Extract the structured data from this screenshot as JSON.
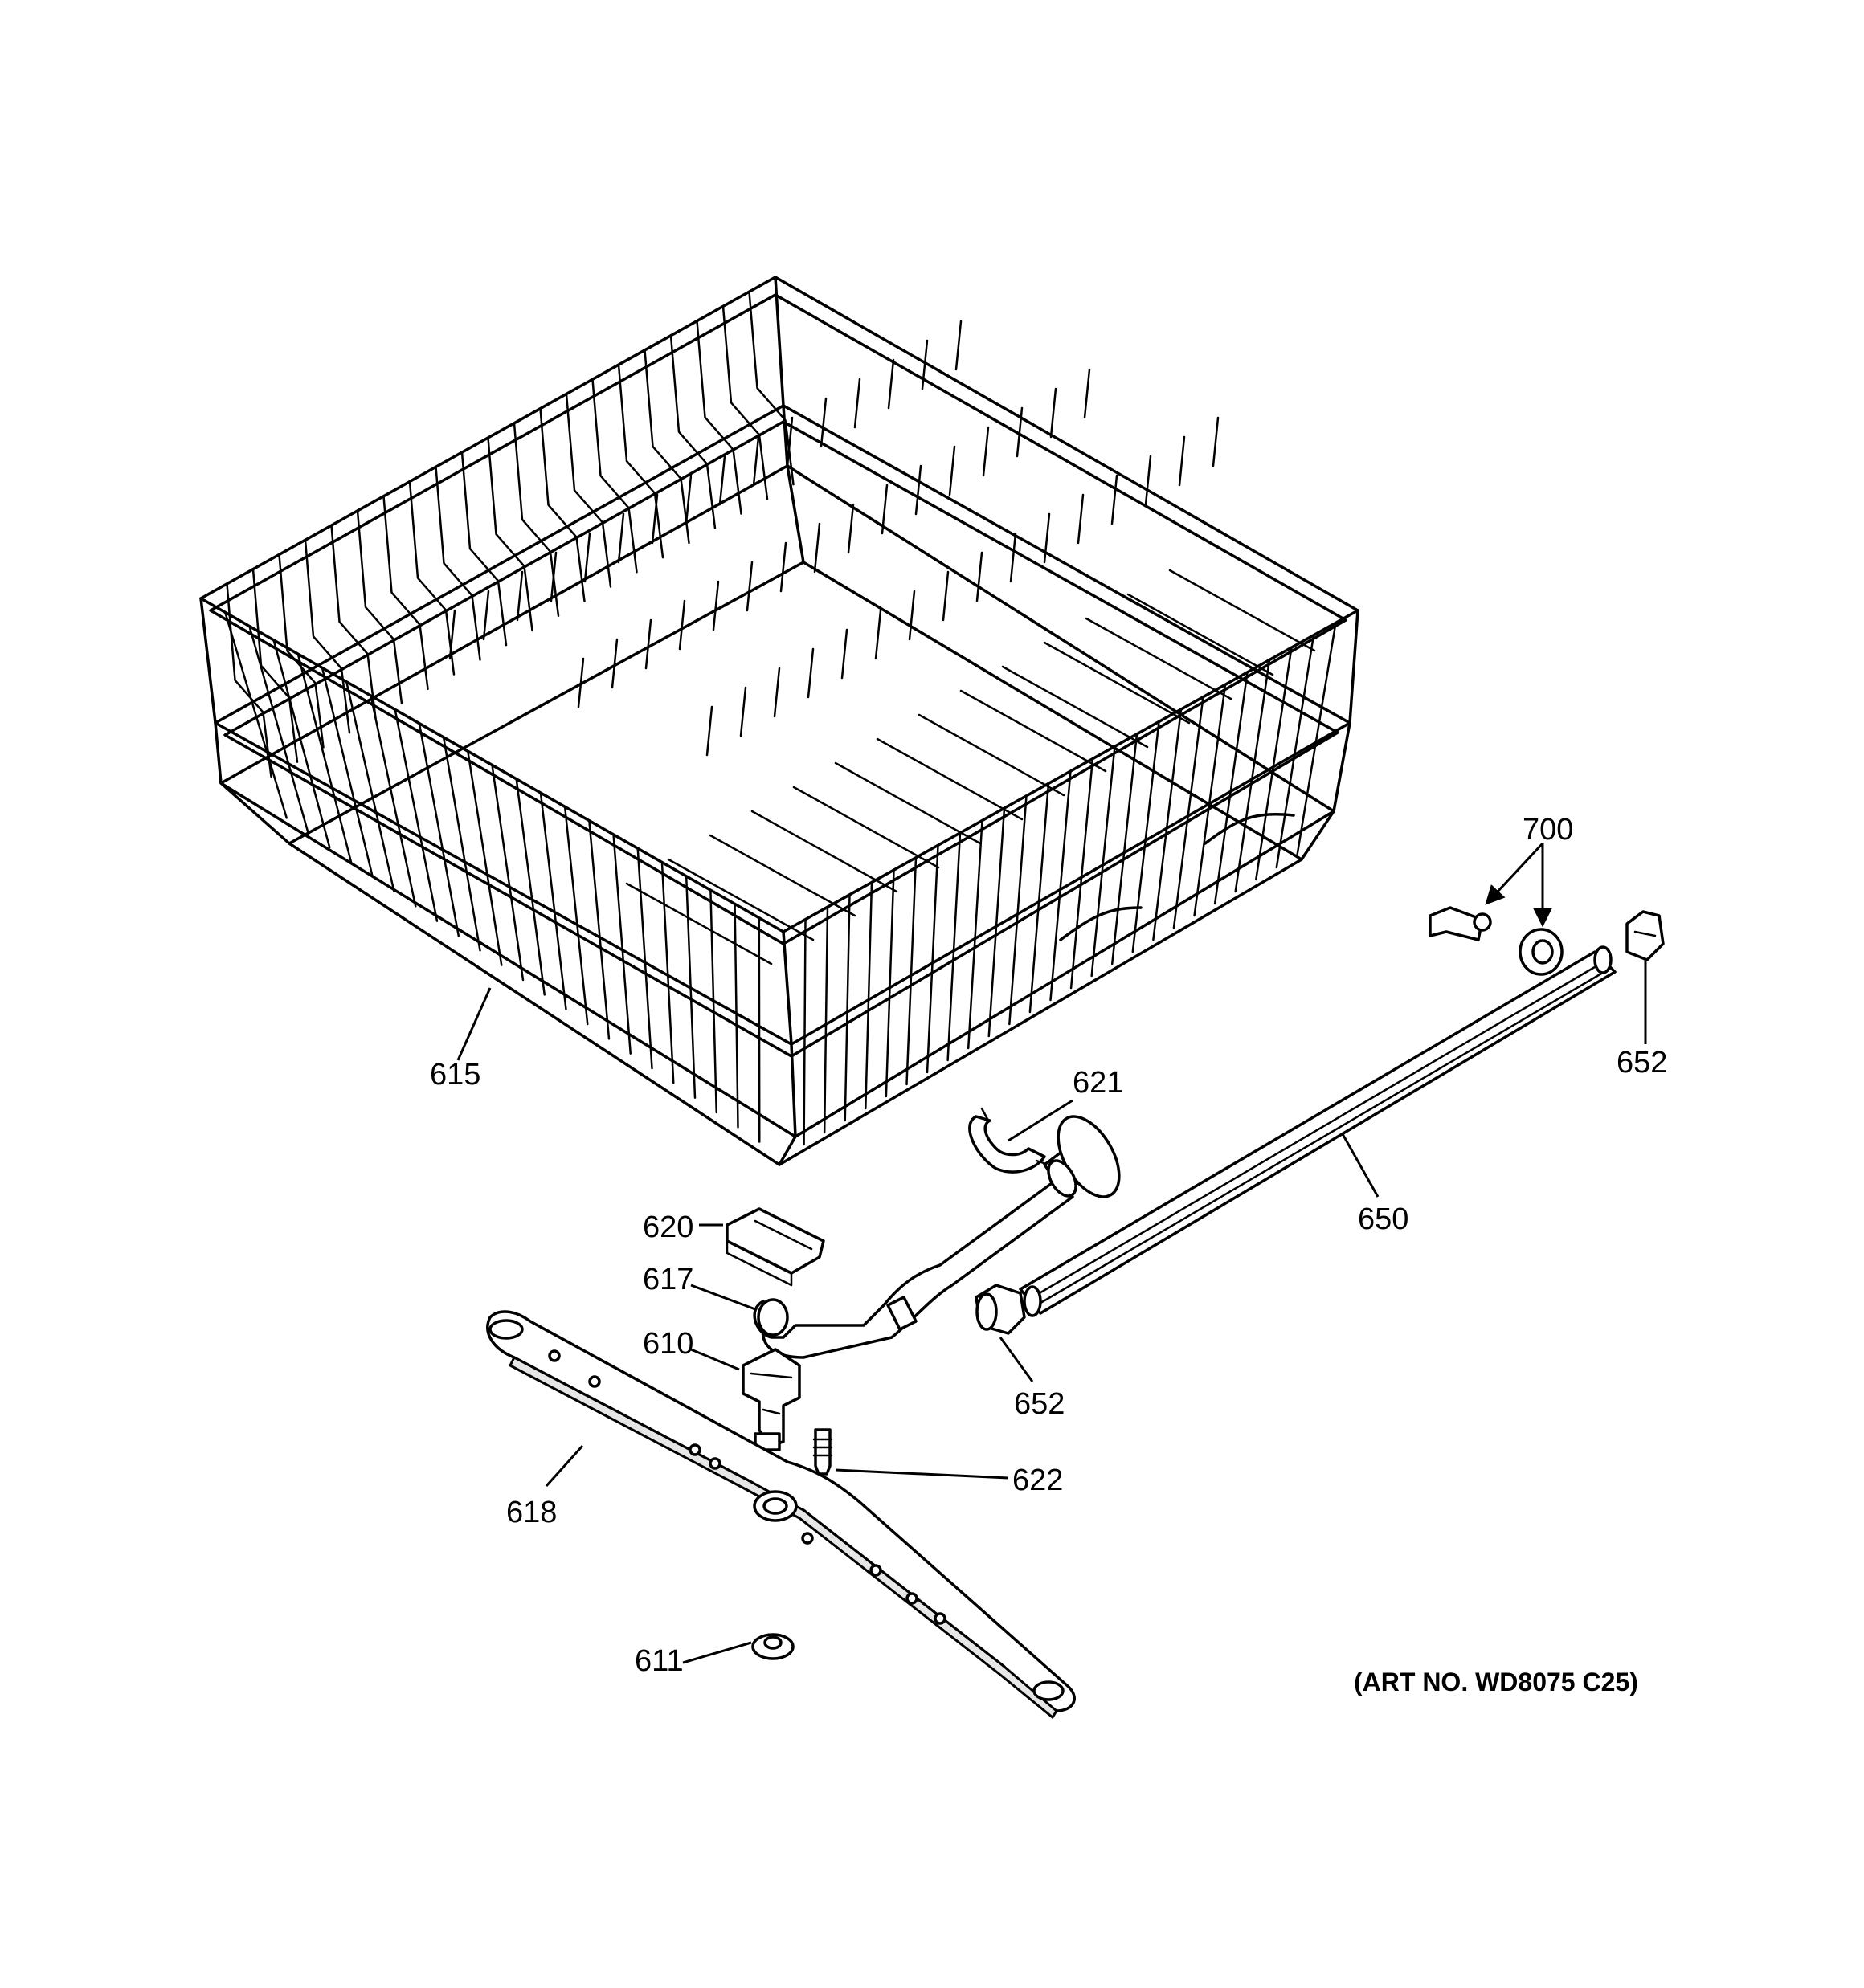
{
  "diagram": {
    "callouts": {
      "c615": "615",
      "c621": "621",
      "c620": "620",
      "c617": "617",
      "c610": "610",
      "c622": "622",
      "c618": "618",
      "c611": "611",
      "c650": "650",
      "c652a": "652",
      "c652b": "652",
      "c700": "700"
    },
    "art_number": "(ART NO. WD8075 C25)"
  }
}
